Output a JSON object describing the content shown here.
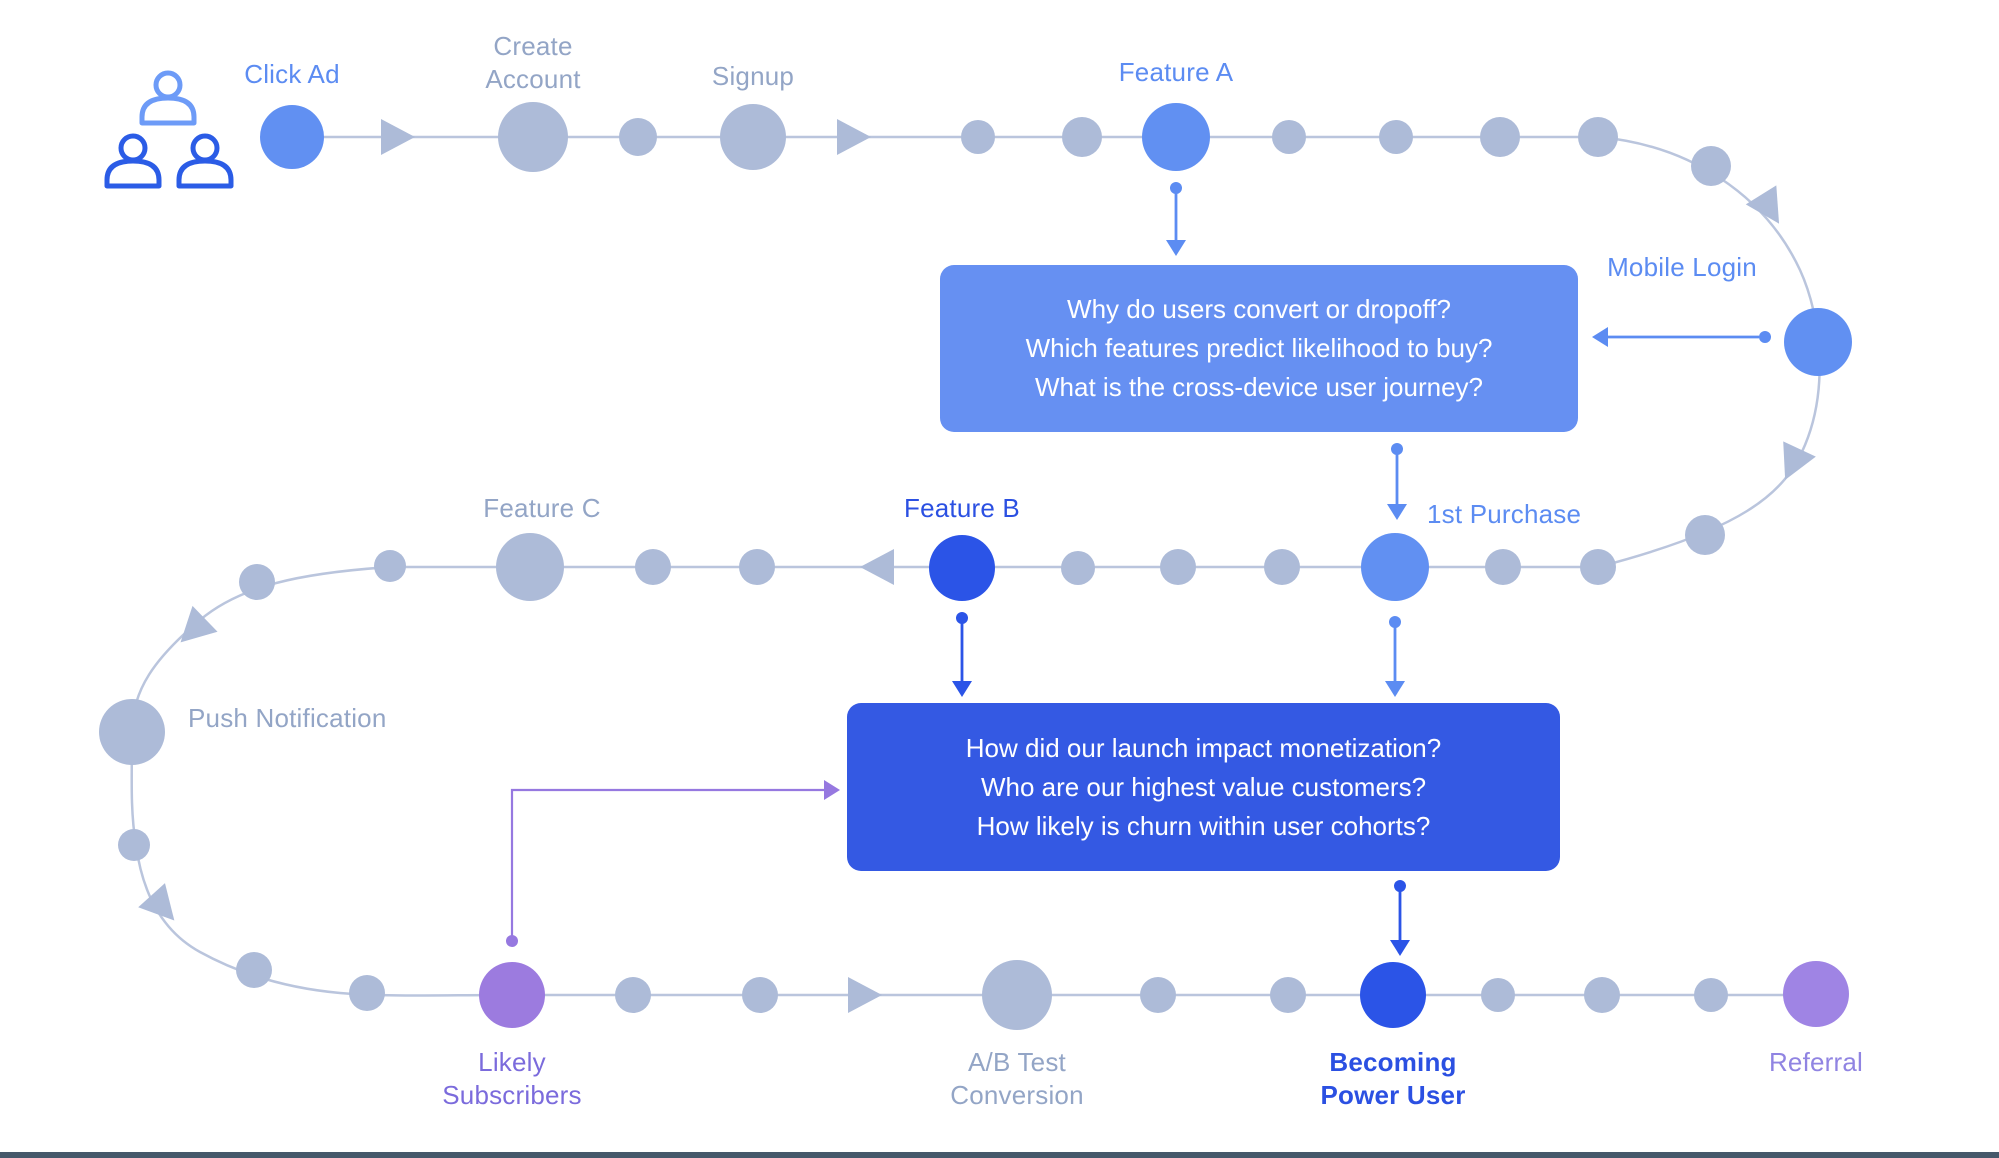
{
  "journey": {
    "stages": [
      {
        "id": "click_ad",
        "label": "Click Ad",
        "emphasis": "blue"
      },
      {
        "id": "create_account",
        "label": "Create Account",
        "emphasis": "gray"
      },
      {
        "id": "signup",
        "label": "Signup",
        "emphasis": "gray"
      },
      {
        "id": "feature_a",
        "label": "Feature A",
        "emphasis": "blue"
      },
      {
        "id": "mobile_login",
        "label": "Mobile Login",
        "emphasis": "blue"
      },
      {
        "id": "first_purchase",
        "label": "1st Purchase",
        "emphasis": "blue"
      },
      {
        "id": "feature_b",
        "label": "Feature B",
        "emphasis": "dark-blue"
      },
      {
        "id": "feature_c",
        "label": "Feature C",
        "emphasis": "gray"
      },
      {
        "id": "push_notification",
        "label": "Push Notification",
        "emphasis": "gray"
      },
      {
        "id": "likely_subscribers",
        "label": "Likely Subscribers",
        "emphasis": "purple"
      },
      {
        "id": "ab_test_conversion",
        "label": "A/B Test Conversion",
        "emphasis": "gray"
      },
      {
        "id": "becoming_power_user",
        "label": "Becoming Power User",
        "emphasis": "dark-blue"
      },
      {
        "id": "referral",
        "label": "Referral",
        "emphasis": "light-purple"
      }
    ],
    "question_boxes": [
      {
        "lines": [
          "Why do users convert or dropoff?",
          "Which features predict likelihood to buy?",
          "What is the cross-device user journey?"
        ],
        "background": "#6690f2"
      },
      {
        "lines": [
          "How did our launch impact monetization?",
          "Who are our highest value customers?",
          "How likely is churn within user cohorts?"
        ],
        "background": "#3459e3"
      }
    ],
    "colors": {
      "medium_blue_node": "#6190f2",
      "dark_blue_node": "#2b54e7",
      "gray_node": "#adbbd8",
      "purple_node": "#9c7bdf",
      "light_purple_node": "#9f84e4",
      "path_line": "#bac5dd",
      "blue_connector": "#5c8cf2",
      "dark_connector": "#2b54e7",
      "purple_connector": "#9678e0",
      "gray_label": "#93a5c6",
      "blue_label": "#5c8cf2",
      "dark_label": "#2b50e2",
      "purple_label": "#7b6bdc",
      "light_purple_label": "#9084e2",
      "users_icon_top": "#6d9bf7",
      "users_icon_bottom": "#2b5ce6",
      "bottom_border": "#45586a"
    }
  }
}
